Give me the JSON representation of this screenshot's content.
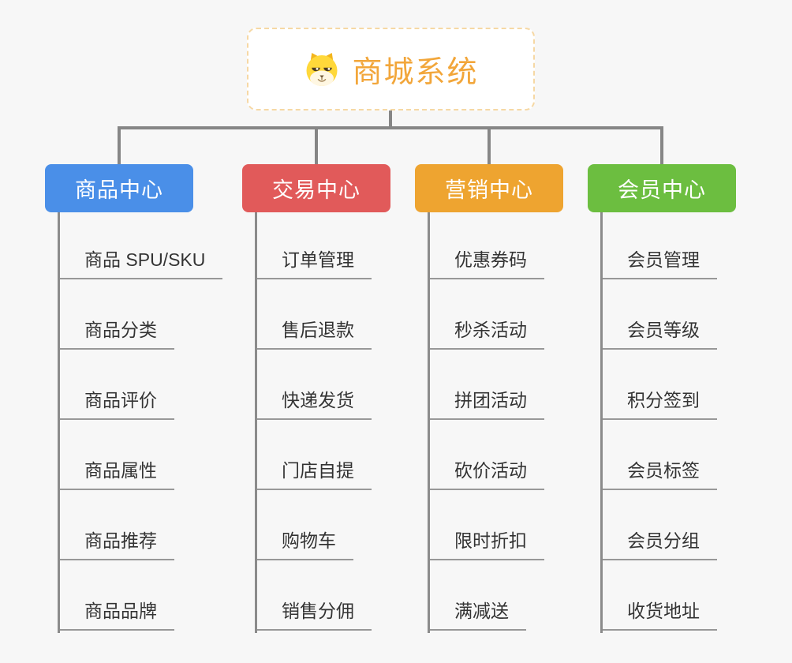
{
  "page": {
    "background_color": "#f7f7f7",
    "connector_color": "#868686",
    "underline_color": "#989898",
    "item_text_color": "#333333"
  },
  "root": {
    "label": "商城系统",
    "icon": "dog-icon",
    "text_color": "#f2a63a",
    "border_color": "#f6d8a4",
    "background_color": "#ffffff"
  },
  "branches": [
    {
      "label": "商品中心",
      "color": "#4a8fe8",
      "children": [
        "商品 SPU/SKU",
        "商品分类",
        "商品评价",
        "商品属性",
        "商品推荐",
        "商品品牌"
      ]
    },
    {
      "label": "交易中心",
      "color": "#e15a5a",
      "children": [
        "订单管理",
        "售后退款",
        "快递发货",
        "门店自提",
        "购物车",
        "销售分佣"
      ]
    },
    {
      "label": "营销中心",
      "color": "#eea430",
      "children": [
        "优惠券码",
        "秒杀活动",
        "拼团活动",
        "砍价活动",
        "限时折扣",
        "满减送"
      ]
    },
    {
      "label": "会员中心",
      "color": "#6cbe40",
      "children": [
        "会员管理",
        "会员等级",
        "积分签到",
        "会员标签",
        "会员分组",
        "收货地址"
      ]
    }
  ]
}
